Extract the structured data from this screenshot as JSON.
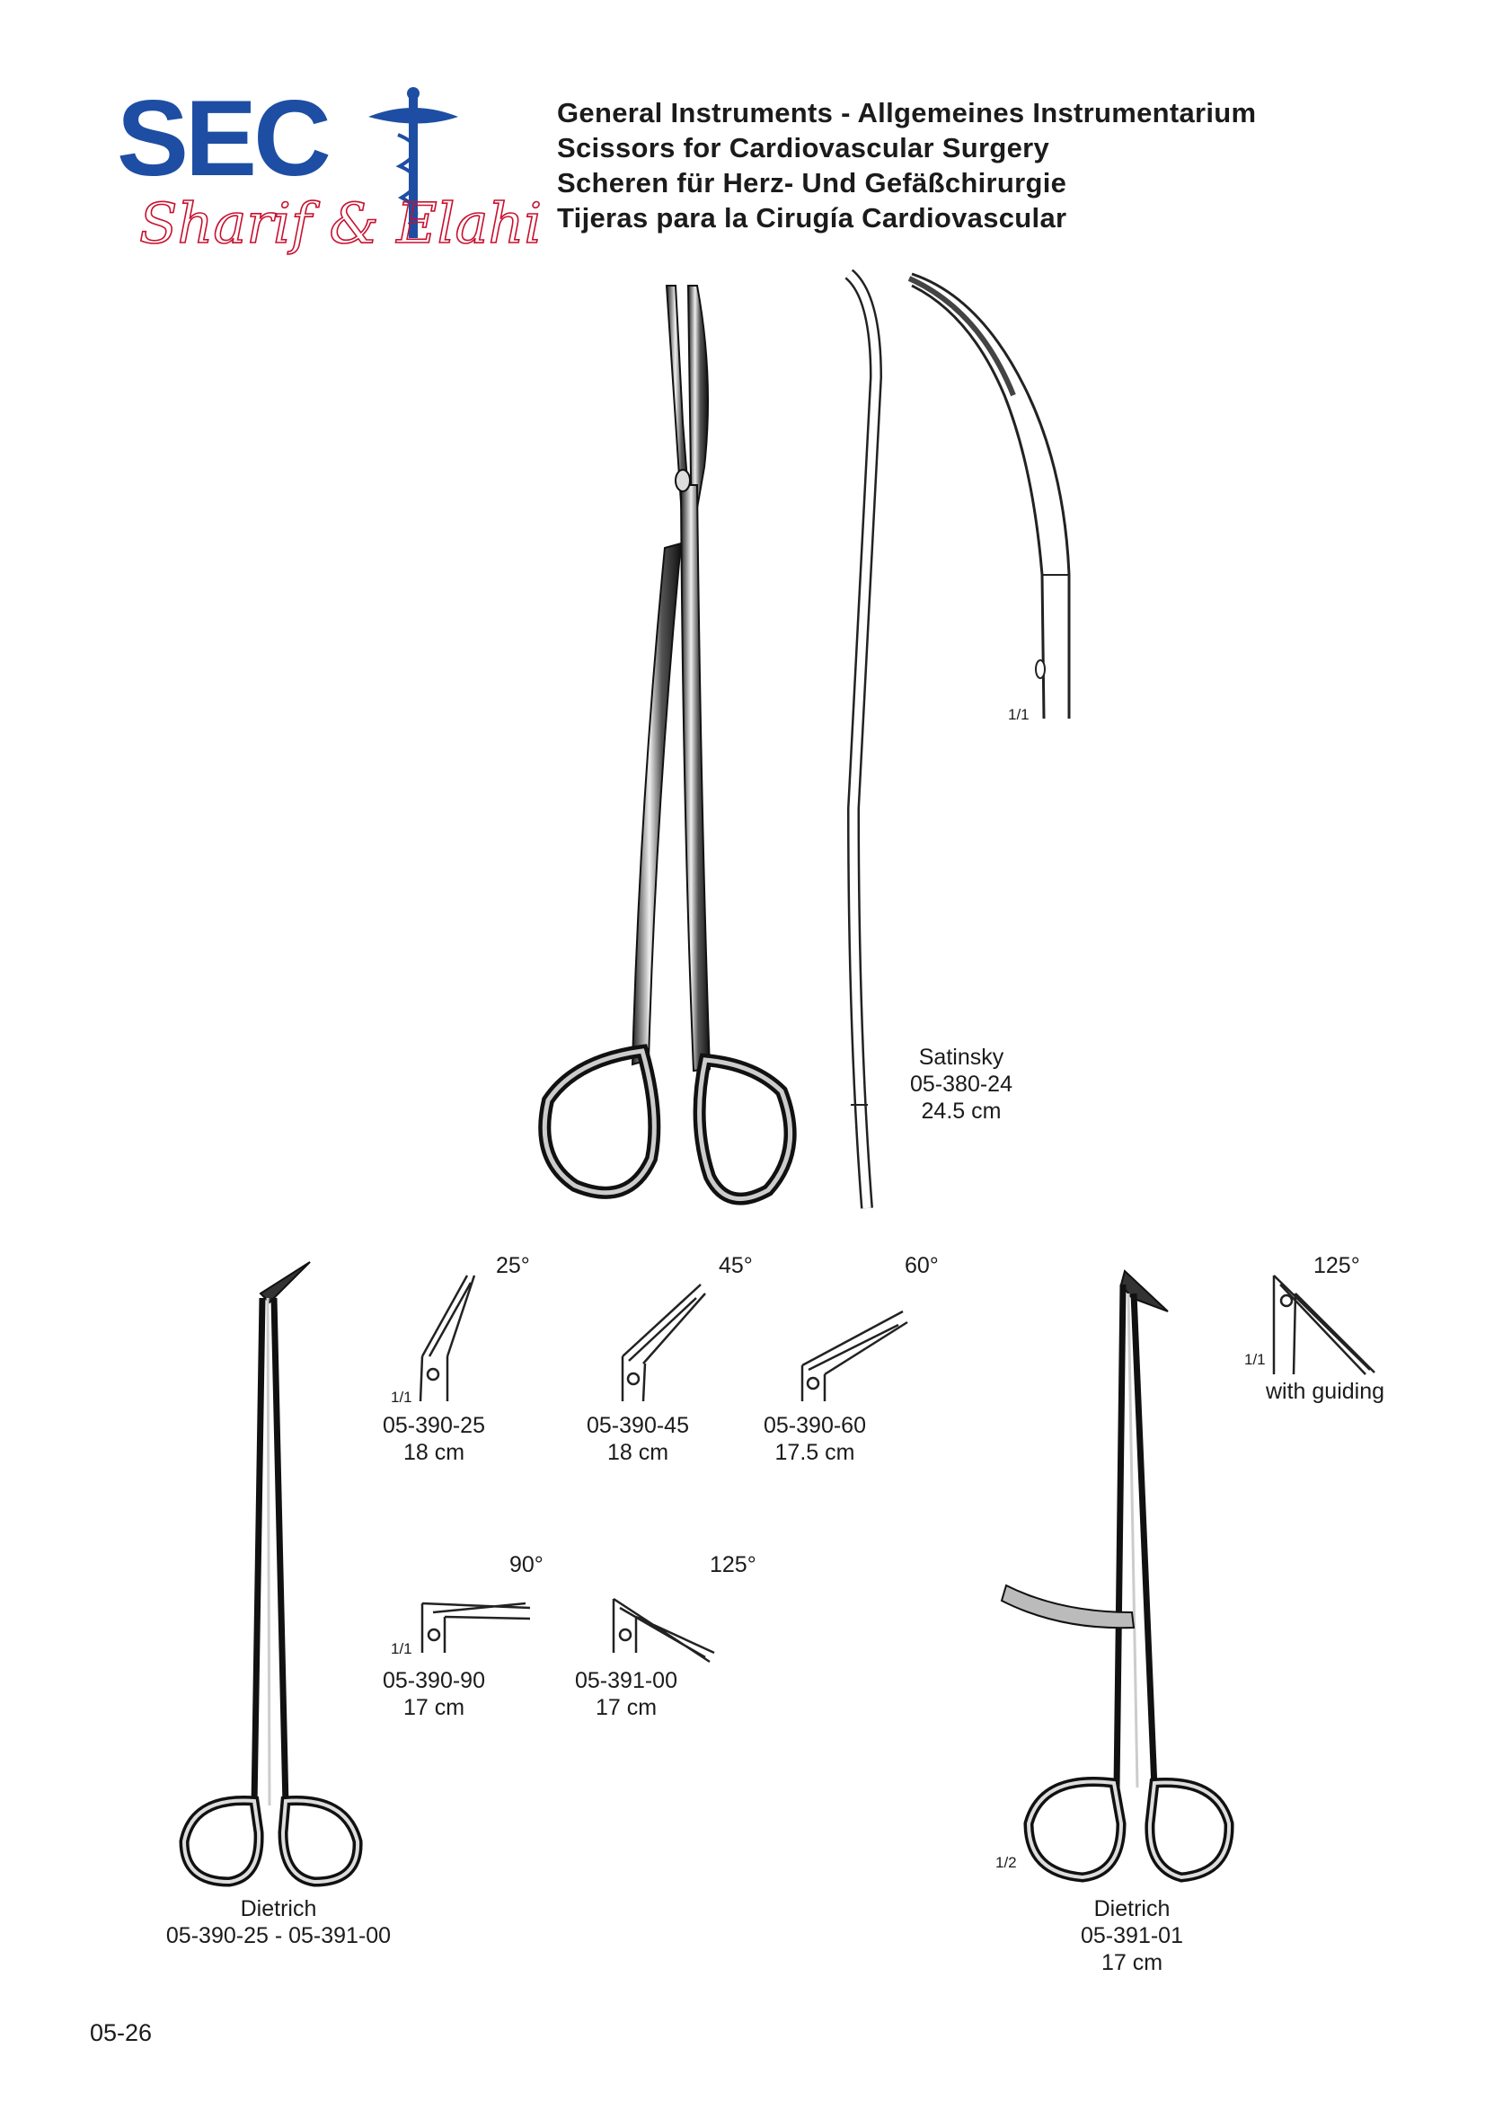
{
  "logo": {
    "wordmark": "SEC",
    "script": "Sharif & Elahi",
    "colors": {
      "blue": "#1e4ea3",
      "red": "#c8102e"
    }
  },
  "header": {
    "lines": [
      "General Instruments  -  Allgemeines Instrumentarium",
      "Scissors for Cardiovascular Surgery",
      "Scheren für Herz- Und Gefäßchirurgie",
      "Tijeras para la Cirugía Cardiovascular"
    ]
  },
  "satinsky": {
    "name": "Satinsky",
    "code": "05-380-24",
    "size": "24.5 cm",
    "scale": "1/1"
  },
  "angle_variants": [
    {
      "angle": "25°",
      "code": "05-390-25",
      "size": "18 cm",
      "scale": "1/1"
    },
    {
      "angle": "45°",
      "code": "05-390-45",
      "size": "18 cm"
    },
    {
      "angle": "60°",
      "code": "05-390-60",
      "size": "17.5 cm"
    },
    {
      "angle": "90°",
      "code": "05-390-90",
      "size": "17 cm",
      "scale": "1/1"
    },
    {
      "angle": "125°",
      "code": "05-391-00",
      "size": "17 cm"
    }
  ],
  "dietrich_left": {
    "name": "Dietrich",
    "codes": "05-390-25  -  05-391-00"
  },
  "guiding_variant": {
    "angle": "125°",
    "scale": "1/1",
    "note": "with guiding"
  },
  "dietrich_right": {
    "name": "Dietrich",
    "code": "05-391-01",
    "size": "17 cm",
    "scale": "1/2"
  },
  "footer": {
    "page_number": "05-26"
  }
}
